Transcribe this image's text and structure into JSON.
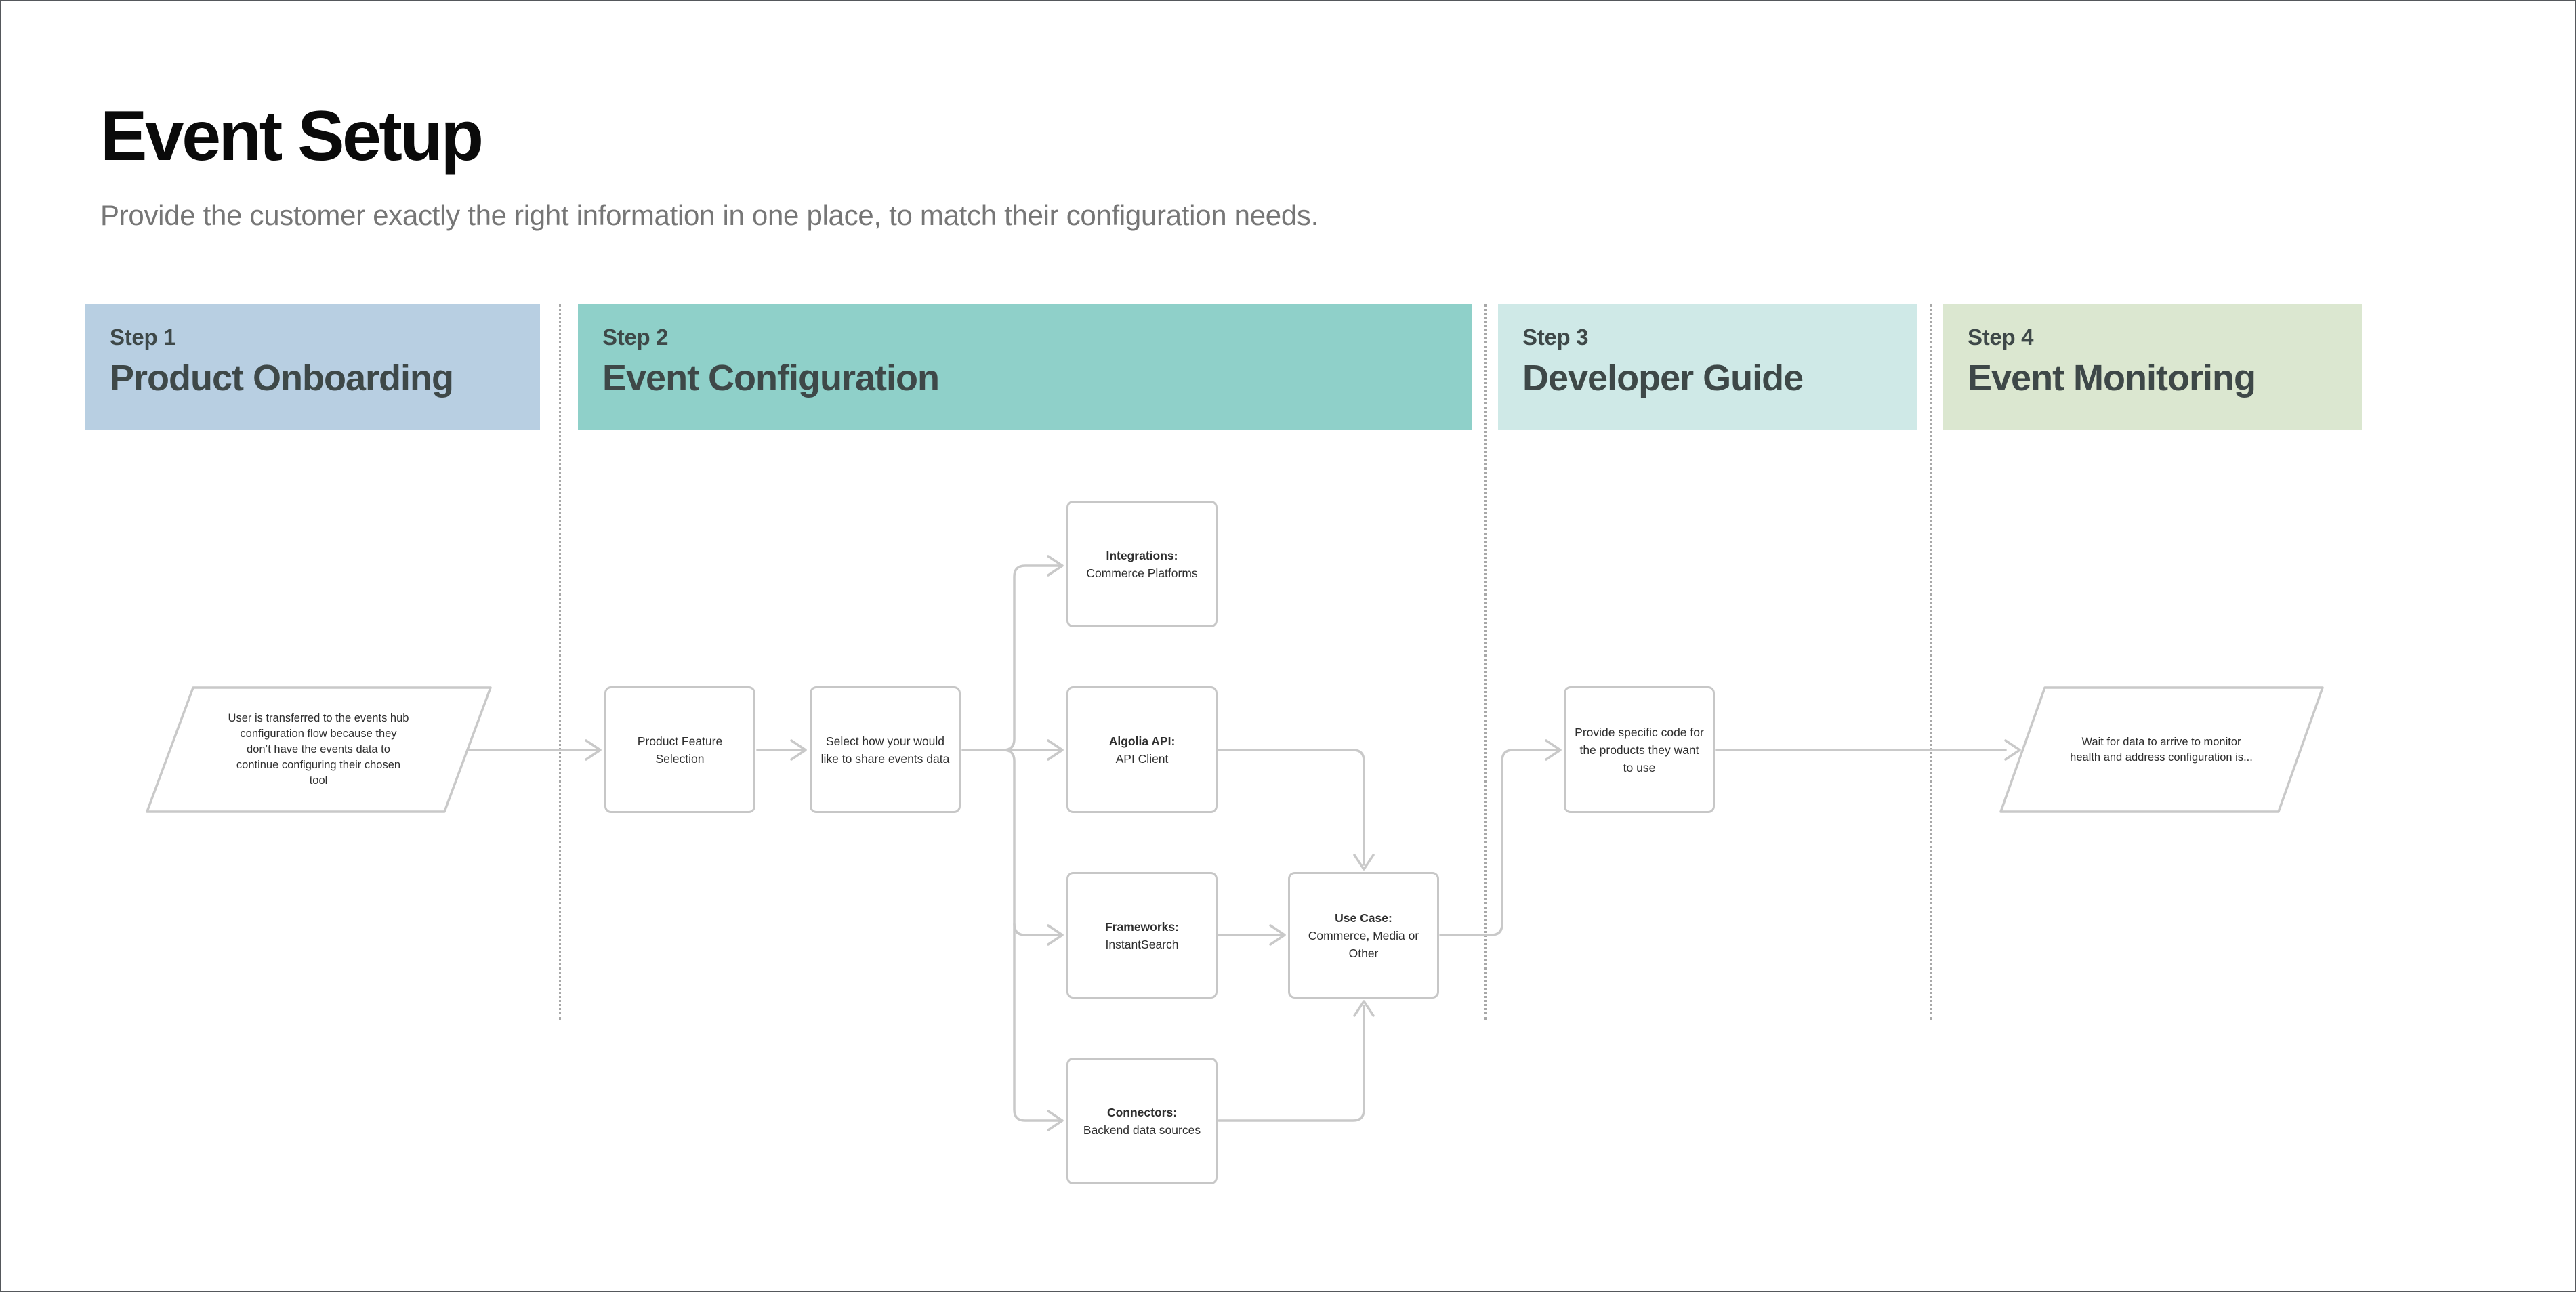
{
  "page": {
    "title": "Event Setup",
    "subtitle": "Provide the customer exactly the right information in one place, to match their configuration needs."
  },
  "colors": {
    "step1_bg": "#b8cfe2",
    "step2_bg": "#8fd0c9",
    "step3_bg": "#cfe9e7",
    "step4_bg": "#dbe7d0",
    "header_text": "#3e4848",
    "connector": "#c9c9c9",
    "node_border": "#c7c7c7",
    "node_text": "#2e2e2e",
    "divider": "#a8a8a8",
    "canvas_border": "#55585c"
  },
  "steps": [
    {
      "label": "Step 1",
      "title": "Product Onboarding"
    },
    {
      "label": "Step 2",
      "title": "Event Configuration"
    },
    {
      "label": "Step 3",
      "title": "Developer Guide"
    },
    {
      "label": "Step 4",
      "title": "Event Monitoring"
    }
  ],
  "nodes": {
    "start": {
      "text": "User is transferred to the events hub\nconfiguration flow because they\ndon’t have the events data to\ncontinue configuring their chosen\ntool"
    },
    "product_feature": {
      "text": "Product Feature\nSelection"
    },
    "select_how": {
      "text": "Select how your would\nlike to share events data"
    },
    "integrations": {
      "label": "Integrations:",
      "sublabel": "Commerce Platforms"
    },
    "algolia_api": {
      "label": "Algolia API:",
      "sublabel": "API Client"
    },
    "frameworks": {
      "label": "Frameworks:",
      "sublabel": "InstantSearch"
    },
    "connectors": {
      "label": "Connectors:",
      "sublabel": "Backend data sources"
    },
    "use_case": {
      "label": "Use Case:",
      "sublabel": "Commerce, Media or\nOther"
    },
    "provide_code": {
      "text": "Provide specific code for\nthe products they want\nto use"
    },
    "monitor": {
      "text": "Wait for data to arrive to monitor\nhealth and address configuration is..."
    }
  }
}
